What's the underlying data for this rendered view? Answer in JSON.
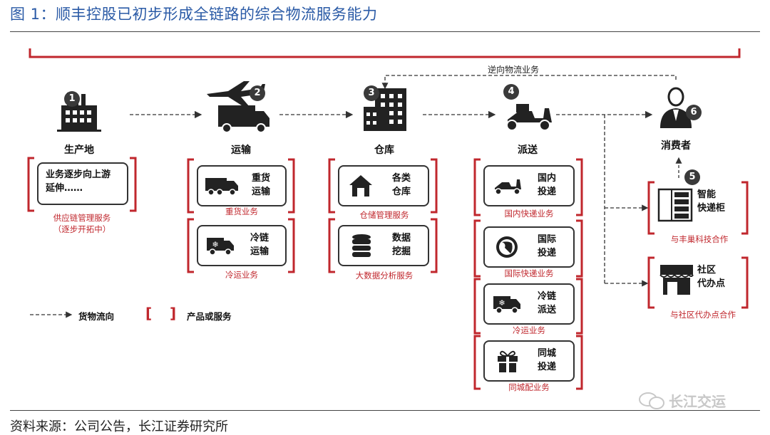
{
  "title": "图 1：顺丰控股已初步形成全链路的综合物流服务能力",
  "source": "资料来源：公司公告，长江证券研究所",
  "watermark": "长江交运",
  "reverse_flow_label": "逆向物流业务",
  "legend": {
    "flow": "货物流向",
    "bracket_glyph_left": "[",
    "bracket_glyph_right": "]",
    "product": "产品或服务"
  },
  "stages": [
    {
      "num": "1",
      "label": "生产地",
      "icon": "factory-icon"
    },
    {
      "num": "2",
      "label": "运输",
      "icon": "plane-truck-icon"
    },
    {
      "num": "3",
      "label": "仓库",
      "icon": "warehouse-building-icon"
    },
    {
      "num": "4",
      "label": "派送",
      "icon": "scooter-icon"
    },
    {
      "num": "6",
      "label": "消费者",
      "icon": "consumer-person-icon"
    }
  ],
  "production_box": {
    "line1": "业务逐步向上游",
    "line2": "延伸……",
    "caption1": "供应链管理服务",
    "caption2": "（逐步开拓中）"
  },
  "transport_services": [
    {
      "icon": "truck-icon",
      "line1": "重货",
      "line2": "运输",
      "caption": "重货业务"
    },
    {
      "icon": "cold-chain-truck-icon",
      "line1": "冷链",
      "line2": "运输",
      "caption": "冷运业务"
    }
  ],
  "warehouse_services": [
    {
      "icon": "house-icon",
      "line1": "各类",
      "line2": "仓库",
      "caption": "仓储管理服务"
    },
    {
      "icon": "database-icon",
      "line1": "数据",
      "line2": "挖掘",
      "caption": "大数据分析服务"
    }
  ],
  "delivery_services": [
    {
      "icon": "scooter-icon",
      "line1": "国内",
      "line2": "投递",
      "caption": "国内快递业务"
    },
    {
      "icon": "globe-icon",
      "line1": "国际",
      "line2": "投递",
      "caption": "国际快递业务"
    },
    {
      "icon": "cold-chain-truck-icon",
      "line1": "冷链",
      "line2": "派送",
      "caption": "冷运业务"
    },
    {
      "icon": "gift-icon",
      "line1": "同城",
      "line2": "投递",
      "caption": "同城配业务"
    }
  ],
  "consumer_services": [
    {
      "num": "5",
      "icon": "locker-icon",
      "line1": "智能",
      "line2": "快递柜",
      "caption": "与丰巢科技合作"
    },
    {
      "icon": "storefront-icon",
      "line1": "社区",
      "line2": "代办点",
      "caption": "与社区代办点合作"
    }
  ]
}
